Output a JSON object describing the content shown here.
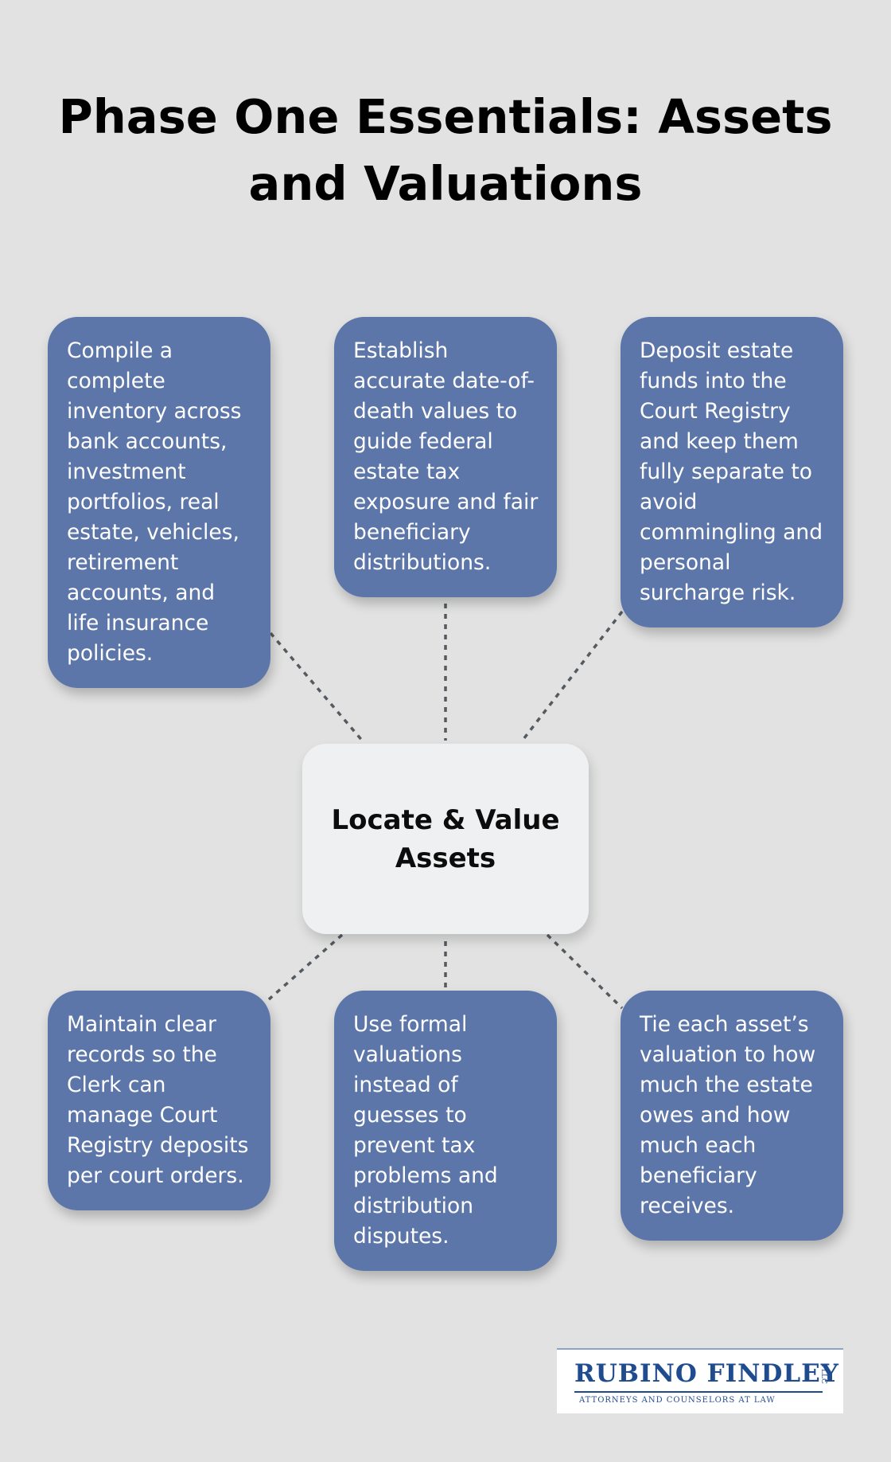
{
  "title": "Phase One Essentials: Assets and Valuations",
  "center": {
    "label": "Locate & Value Assets"
  },
  "cards": [
    "Compile a complete inventory across bank accounts, investment portfolios, real estate, vehicles, retirement accounts, and life insurance policies.",
    "Establish accurate date-of-death values to guide federal estate tax exposure and fair beneficiary distributions.",
    "Deposit estate funds into the Court Registry and keep them fully separate to avoid commingling and personal surcharge risk.",
    "Maintain clear records so the Clerk can manage Court Registry deposits per court orders.",
    "Use formal valuations instead of guesses to prevent tax problems and distribution disputes.",
    "Tie each asset’s valuation to how much the estate owes and how much each beneficiary receives."
  ],
  "logo": {
    "name": "RUBINO FINDLEY",
    "suffix": "PLLC",
    "tagline": "ATTORNEYS AND COUNSELORS AT LAW"
  },
  "colors": {
    "background": "#e1e2e1",
    "card": "#5c76a9",
    "center": "#eef0f2",
    "connector": "#555a60",
    "logo_text": "#1f4b8f"
  }
}
